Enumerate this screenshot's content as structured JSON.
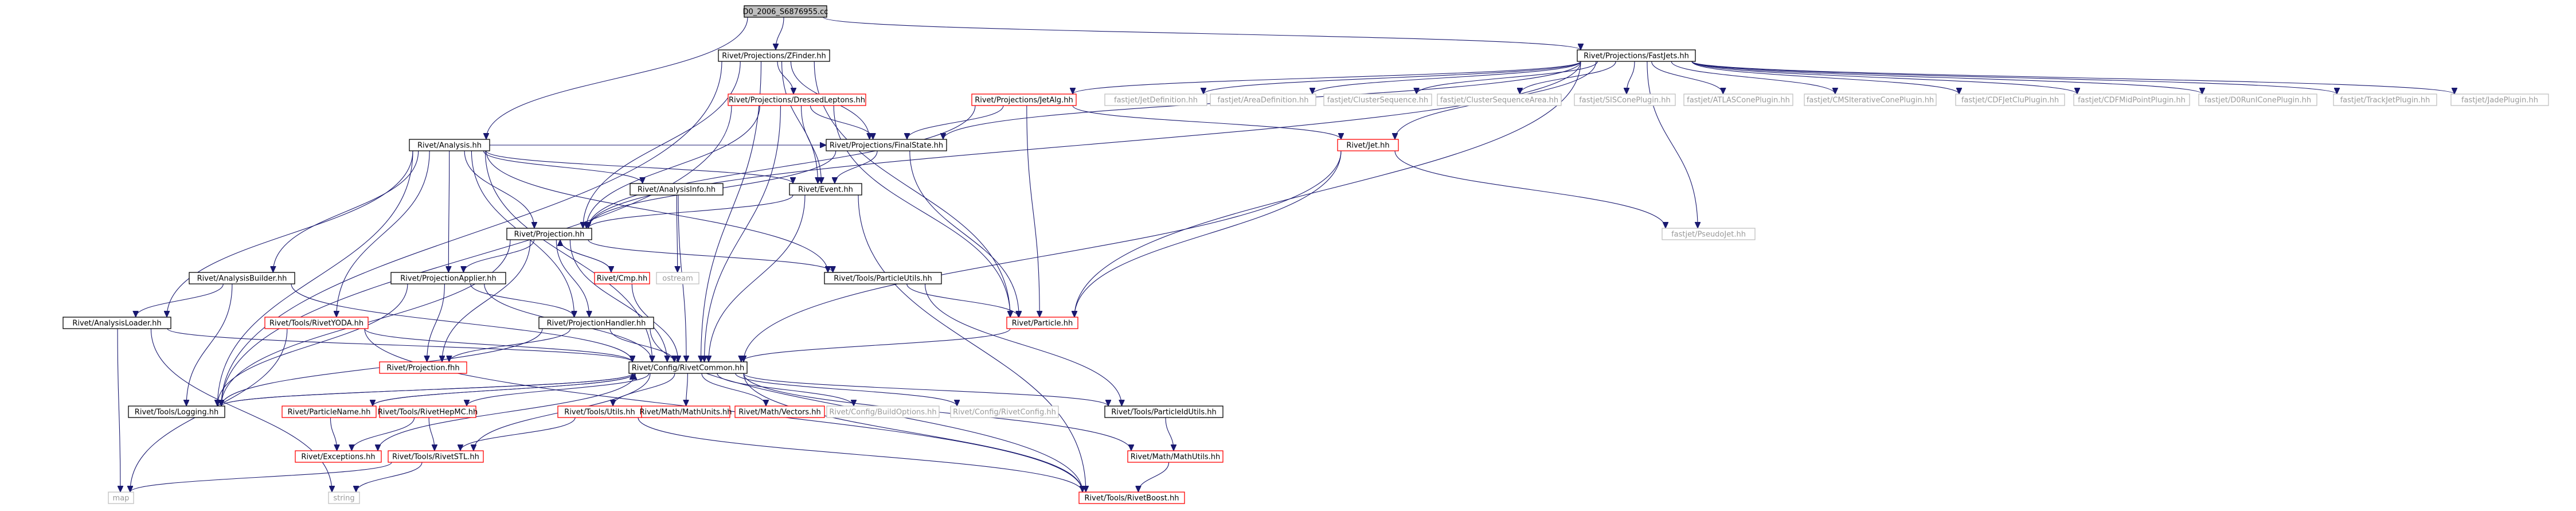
{
  "colors": {
    "edge": "#191970",
    "root_fill": "#bfbfbf",
    "documented_border": "#000000",
    "incomplete_border": "#ff0000",
    "missing_border": "#bfbfbf",
    "missing_text": "#999999"
  },
  "nodes": [
    {
      "id": "d0",
      "label": "D0_2006_S6876955.cc",
      "kind": "root"
    },
    {
      "id": "zfinder",
      "label": "Rivet/Projections/ZFinder.hh",
      "kind": "documented"
    },
    {
      "id": "fastjets",
      "label": "Rivet/Projections/FastJets.hh",
      "kind": "documented"
    },
    {
      "id": "dressed",
      "label": "Rivet/Projections/DressedLeptons.hh",
      "kind": "incomplete"
    },
    {
      "id": "jetalg",
      "label": "Rivet/Projections/JetAlg.hh",
      "kind": "incomplete"
    },
    {
      "id": "fj_jetdef",
      "label": "fastjet/JetDefinition.hh",
      "kind": "missing"
    },
    {
      "id": "fj_areadef",
      "label": "fastjet/AreaDefinition.hh",
      "kind": "missing"
    },
    {
      "id": "fj_clseq",
      "label": "fastjet/ClusterSequence.hh",
      "kind": "missing"
    },
    {
      "id": "fj_clseqarea",
      "label": "fastjet/ClusterSequenceArea.hh",
      "kind": "missing"
    },
    {
      "id": "fj_siscone",
      "label": "fastjet/SISConePlugin.hh",
      "kind": "missing"
    },
    {
      "id": "fj_atlascone",
      "label": "fastjet/ATLASConePlugin.hh",
      "kind": "missing"
    },
    {
      "id": "fj_cmsit",
      "label": "fastjet/CMSIterativeConePlugin.hh",
      "kind": "missing"
    },
    {
      "id": "fj_cdfjetclu",
      "label": "fastjet/CDFJetCluPlugin.hh",
      "kind": "missing"
    },
    {
      "id": "fj_cdfmid",
      "label": "fastjet/CDFMidPointPlugin.hh",
      "kind": "missing"
    },
    {
      "id": "fj_d0run",
      "label": "fastjet/D0RunIConePlugin.hh",
      "kind": "missing"
    },
    {
      "id": "fj_trackjet",
      "label": "fastjet/TrackJetPlugin.hh",
      "kind": "missing"
    },
    {
      "id": "fj_jade",
      "label": "fastjet/JadePlugin.hh",
      "kind": "missing"
    },
    {
      "id": "analysis",
      "label": "Rivet/Analysis.hh",
      "kind": "documented"
    },
    {
      "id": "finalstate",
      "label": "Rivet/Projections/FinalState.hh",
      "kind": "documented"
    },
    {
      "id": "jet",
      "label": "Rivet/Jet.hh",
      "kind": "incomplete"
    },
    {
      "id": "analysisinfo",
      "label": "Rivet/AnalysisInfo.hh",
      "kind": "documented"
    },
    {
      "id": "event",
      "label": "Rivet/Event.hh",
      "kind": "documented"
    },
    {
      "id": "pseudojet",
      "label": "fastjet/PseudoJet.hh",
      "kind": "missing"
    },
    {
      "id": "projection",
      "label": "Rivet/Projection.hh",
      "kind": "documented"
    },
    {
      "id": "ostream",
      "label": "ostream",
      "kind": "missing"
    },
    {
      "id": "anabuilder",
      "label": "Rivet/AnalysisBuilder.hh",
      "kind": "documented"
    },
    {
      "id": "projapplier",
      "label": "Rivet/ProjectionApplier.hh",
      "kind": "documented"
    },
    {
      "id": "cmp",
      "label": "Rivet/Cmp.hh",
      "kind": "incomplete"
    },
    {
      "id": "particleutils",
      "label": "Rivet/Tools/ParticleUtils.hh",
      "kind": "documented"
    },
    {
      "id": "analoader",
      "label": "Rivet/AnalysisLoader.hh",
      "kind": "documented"
    },
    {
      "id": "rivetyoda",
      "label": "Rivet/Tools/RivetYODA.hh",
      "kind": "incomplete"
    },
    {
      "id": "projhandler",
      "label": "Rivet/ProjectionHandler.hh",
      "kind": "documented"
    },
    {
      "id": "particle",
      "label": "Rivet/Particle.hh",
      "kind": "incomplete"
    },
    {
      "id": "projfhh",
      "label": "Rivet/Projection.fhh",
      "kind": "incomplete"
    },
    {
      "id": "rivetcommon",
      "label": "Rivet/Config/RivetCommon.hh",
      "kind": "documented"
    },
    {
      "id": "logging",
      "label": "Rivet/Tools/Logging.hh",
      "kind": "documented"
    },
    {
      "id": "particlename",
      "label": "Rivet/ParticleName.hh",
      "kind": "incomplete"
    },
    {
      "id": "rivethepmc",
      "label": "Rivet/Tools/RivetHepMC.hh",
      "kind": "incomplete"
    },
    {
      "id": "utils",
      "label": "Rivet/Tools/Utils.hh",
      "kind": "incomplete"
    },
    {
      "id": "mathunits",
      "label": "Rivet/Math/MathUnits.hh",
      "kind": "incomplete"
    },
    {
      "id": "vectors",
      "label": "Rivet/Math/Vectors.hh",
      "kind": "incomplete"
    },
    {
      "id": "buildoptions",
      "label": "Rivet/Config/BuildOptions.hh",
      "kind": "missing"
    },
    {
      "id": "rivetconfig",
      "label": "Rivet/Config/RivetConfig.hh",
      "kind": "missing"
    },
    {
      "id": "particleidutils",
      "label": "Rivet/Tools/ParticleIdUtils.hh",
      "kind": "documented"
    },
    {
      "id": "exceptions",
      "label": "Rivet/Exceptions.hh",
      "kind": "incomplete"
    },
    {
      "id": "rivetstl",
      "label": "Rivet/Tools/RivetSTL.hh",
      "kind": "incomplete"
    },
    {
      "id": "mathutils",
      "label": "Rivet/Math/MathUtils.hh",
      "kind": "incomplete"
    },
    {
      "id": "map",
      "label": "map",
      "kind": "missing"
    },
    {
      "id": "string",
      "label": "string",
      "kind": "missing"
    },
    {
      "id": "rivetboost",
      "label": "Rivet/Tools/RivetBoost.hh",
      "kind": "incomplete"
    }
  ],
  "edges": [
    [
      "d0",
      "zfinder"
    ],
    [
      "d0",
      "fastjets"
    ],
    [
      "d0",
      "analysis"
    ],
    [
      "zfinder",
      "dressed"
    ],
    [
      "zfinder",
      "finalstate"
    ],
    [
      "zfinder",
      "event"
    ],
    [
      "zfinder",
      "projection"
    ],
    [
      "zfinder",
      "particle"
    ],
    [
      "zfinder",
      "rivetcommon"
    ],
    [
      "zfinder",
      "logging"
    ],
    [
      "fastjets",
      "jetalg"
    ],
    [
      "fastjets",
      "fj_jetdef"
    ],
    [
      "fastjets",
      "fj_areadef"
    ],
    [
      "fastjets",
      "fj_clseq"
    ],
    [
      "fastjets",
      "fj_clseqarea"
    ],
    [
      "fastjets",
      "fj_siscone"
    ],
    [
      "fastjets",
      "fj_atlascone"
    ],
    [
      "fastjets",
      "fj_cmsit"
    ],
    [
      "fastjets",
      "fj_cdfjetclu"
    ],
    [
      "fastjets",
      "fj_cdfmid"
    ],
    [
      "fastjets",
      "fj_d0run"
    ],
    [
      "fastjets",
      "fj_trackjet"
    ],
    [
      "fastjets",
      "fj_jade"
    ],
    [
      "fastjets",
      "jet"
    ],
    [
      "fastjets",
      "pseudojet"
    ],
    [
      "fastjets",
      "particle"
    ],
    [
      "fastjets",
      "finalstate"
    ],
    [
      "fastjets",
      "projection"
    ],
    [
      "dressed",
      "finalstate"
    ],
    [
      "dressed",
      "event"
    ],
    [
      "dressed",
      "projection"
    ],
    [
      "dressed",
      "particle"
    ],
    [
      "dressed",
      "rivetcommon"
    ],
    [
      "dressed",
      "logging"
    ],
    [
      "jetalg",
      "finalstate"
    ],
    [
      "jetalg",
      "jet"
    ],
    [
      "jetalg",
      "particle"
    ],
    [
      "jetalg",
      "projection"
    ],
    [
      "analysis",
      "analysisinfo"
    ],
    [
      "analysis",
      "event"
    ],
    [
      "analysis",
      "projection"
    ],
    [
      "analysis",
      "projapplier"
    ],
    [
      "analysis",
      "anabuilder"
    ],
    [
      "analysis",
      "analoader"
    ],
    [
      "analysis",
      "rivetyoda"
    ],
    [
      "analysis",
      "projhandler"
    ],
    [
      "analysis",
      "particleutils"
    ],
    [
      "analysis",
      "rivetcommon"
    ],
    [
      "analysis",
      "logging"
    ],
    [
      "analysis",
      "finalstate"
    ],
    [
      "finalstate",
      "projection"
    ],
    [
      "finalstate",
      "particle"
    ],
    [
      "finalstate",
      "event"
    ],
    [
      "jet",
      "pseudojet"
    ],
    [
      "jet",
      "particle"
    ],
    [
      "jet",
      "rivetcommon"
    ],
    [
      "analysisinfo",
      "ostream"
    ],
    [
      "analysisinfo",
      "rivetcommon"
    ],
    [
      "event",
      "projection"
    ],
    [
      "event",
      "rivetcommon"
    ],
    [
      "event",
      "rivetboost"
    ],
    [
      "projection",
      "projapplier"
    ],
    [
      "projection",
      "cmp"
    ],
    [
      "projection",
      "projhandler"
    ],
    [
      "projection",
      "particleutils"
    ],
    [
      "projection",
      "projfhh"
    ],
    [
      "projection",
      "rivetcommon"
    ],
    [
      "projection",
      "logging"
    ],
    [
      "cmp",
      "projection"
    ],
    [
      "cmp",
      "rivetcommon"
    ],
    [
      "anabuilder",
      "analoader"
    ],
    [
      "anabuilder",
      "rivetcommon"
    ],
    [
      "anabuilder",
      "logging"
    ],
    [
      "projapplier",
      "projhandler"
    ],
    [
      "projapplier",
      "projfhh"
    ],
    [
      "projapplier",
      "rivetcommon"
    ],
    [
      "projapplier",
      "logging"
    ],
    [
      "particleutils",
      "particle"
    ],
    [
      "particleutils",
      "particleidutils"
    ],
    [
      "analoader",
      "rivetcommon"
    ],
    [
      "analoader",
      "map"
    ],
    [
      "analoader",
      "string"
    ],
    [
      "rivetyoda",
      "rivetcommon"
    ],
    [
      "rivetyoda",
      "map"
    ],
    [
      "rivetyoda",
      "rivetboost"
    ],
    [
      "projhandler",
      "projfhh"
    ],
    [
      "projhandler",
      "rivetcommon"
    ],
    [
      "projhandler",
      "logging"
    ],
    [
      "projhandler",
      "rivetboost"
    ],
    [
      "particle",
      "rivetcommon"
    ],
    [
      "rivetcommon",
      "logging"
    ],
    [
      "rivetcommon",
      "particlename"
    ],
    [
      "rivetcommon",
      "rivethepmc"
    ],
    [
      "rivetcommon",
      "utils"
    ],
    [
      "rivetcommon",
      "mathunits"
    ],
    [
      "rivetcommon",
      "vectors"
    ],
    [
      "rivetcommon",
      "buildoptions"
    ],
    [
      "rivetcommon",
      "rivetconfig"
    ],
    [
      "rivetcommon",
      "particleidutils"
    ],
    [
      "rivetcommon",
      "exceptions"
    ],
    [
      "rivetcommon",
      "rivetstl"
    ],
    [
      "rivetcommon",
      "mathutils"
    ],
    [
      "rivetcommon",
      "rivetboost"
    ],
    [
      "logging",
      "rivetcommon"
    ],
    [
      "particlename",
      "rivetcommon"
    ],
    [
      "particlename",
      "exceptions"
    ],
    [
      "rivethepmc",
      "exceptions"
    ],
    [
      "rivethepmc",
      "rivetstl"
    ],
    [
      "utils",
      "rivetstl"
    ],
    [
      "utils",
      "rivetboost"
    ],
    [
      "particleidutils",
      "mathutils"
    ],
    [
      "rivetstl",
      "map"
    ],
    [
      "rivetstl",
      "string"
    ],
    [
      "mathutils",
      "rivetboost"
    ]
  ]
}
